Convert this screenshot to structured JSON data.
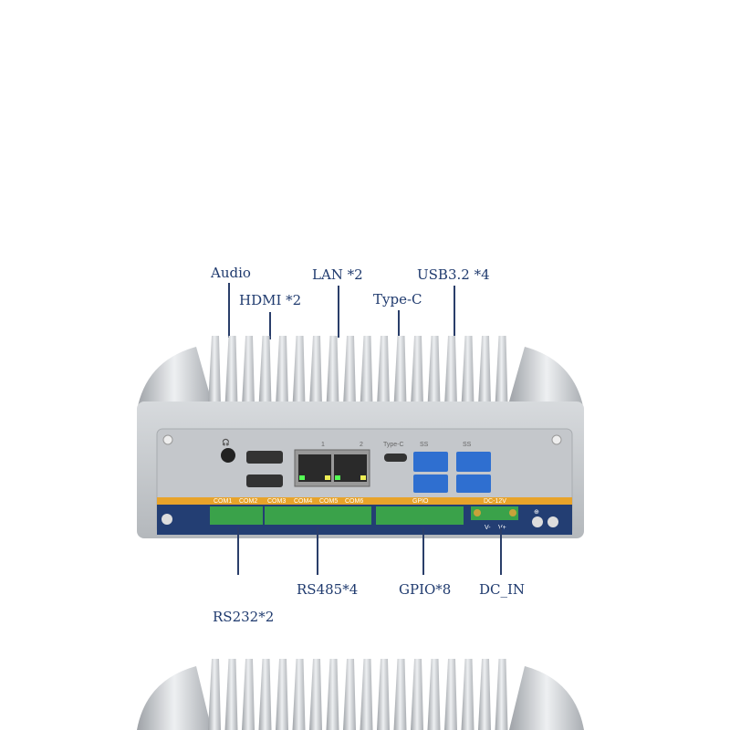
{
  "callouts": {
    "audio": "Audio",
    "hdmi": "HDMI *2",
    "lan": "LAN *2",
    "typec": "Type-C",
    "usb": "USB3.2 *4",
    "rs232": "RS232*2",
    "rs485": "RS485*4",
    "gpio": "GPIO*8",
    "dc_in": "DC_IN"
  },
  "panel": {
    "lan1": "1",
    "lan2": "2",
    "typec": "Type-C",
    "usb_logo": "SS",
    "com_labels": [
      "COM1",
      "COM2",
      "COM3",
      "COM4",
      "COM5",
      "COM6"
    ],
    "gpio": "GPIO",
    "dc": "DC-12V",
    "v_minus": "V-",
    "v_plus": "V+"
  },
  "colors": {
    "label_text": "#1f3a6e",
    "orange_strip": "#e8a32a",
    "navy_band": "#233e73",
    "terminal_green": "#3aa24a",
    "usb_blue": "#2f6fd0",
    "chassis": "#c9ccd0"
  }
}
